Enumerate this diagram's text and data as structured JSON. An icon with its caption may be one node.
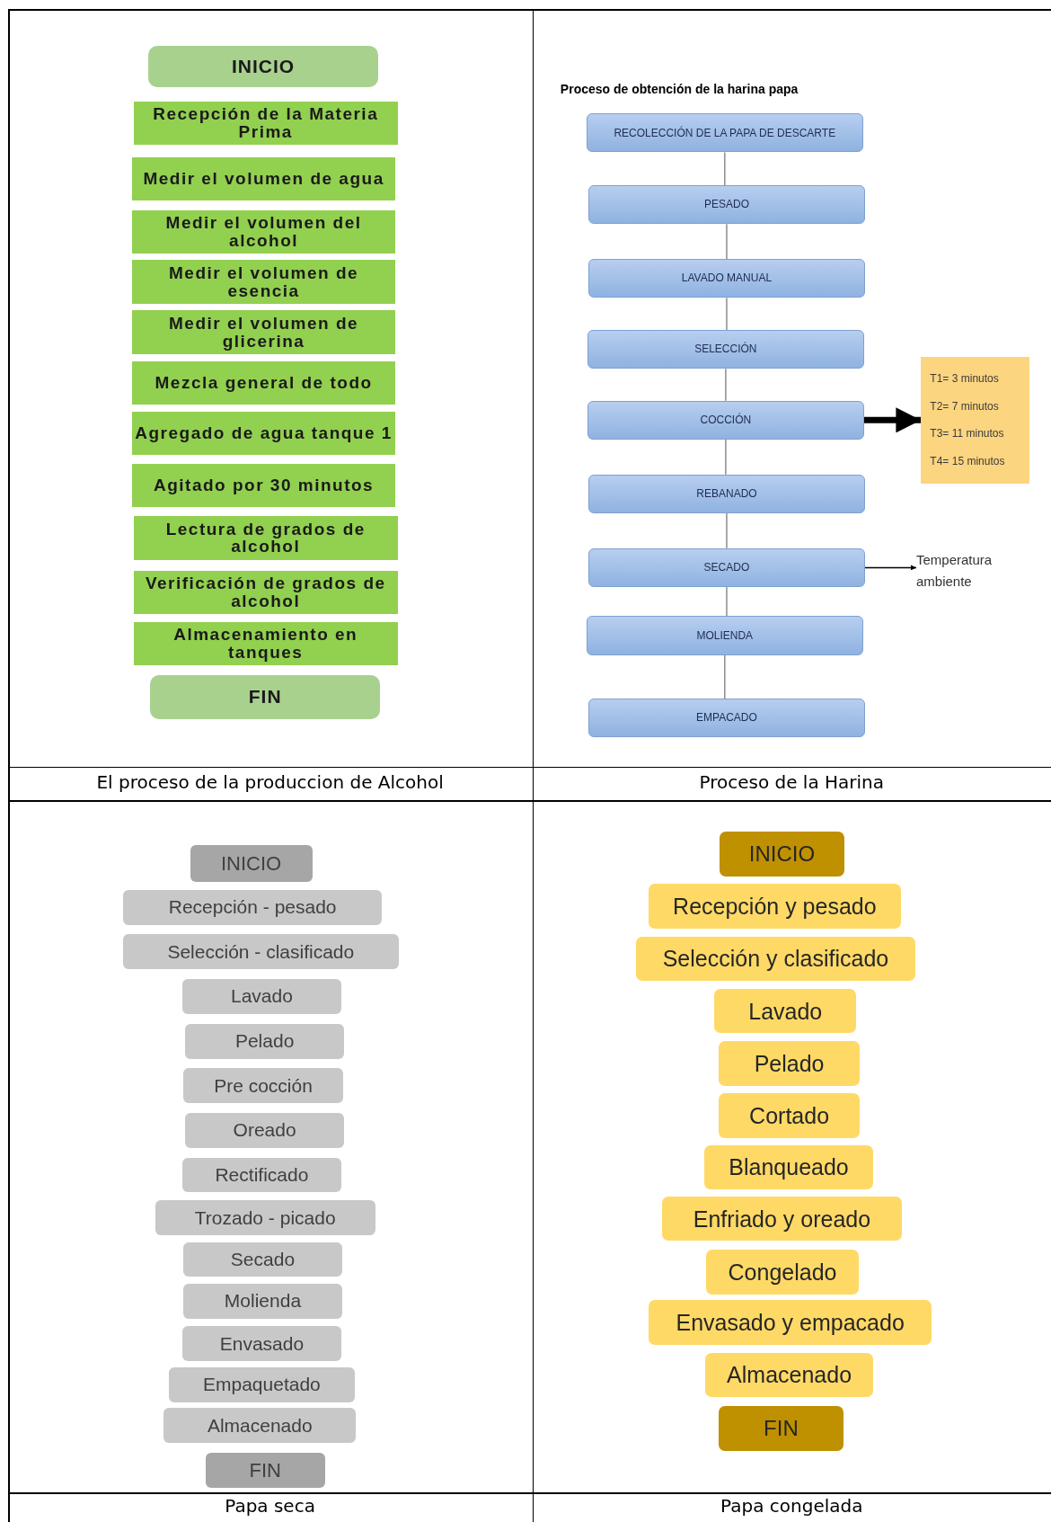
{
  "diagram": {
    "nodes": [
      {
        "text": [
          "INICIO"
        ]
      },
      {
        "text": [
          "Recepción de la Materia Prima"
        ]
      },
      {
        "text": [
          "Medir el volumen de agua"
        ]
      },
      {
        "text": [
          "Medir el volumen del alcohol"
        ]
      },
      {
        "text": [
          "Medir el volumen de esencia"
        ]
      },
      {
        "text": [
          "Medir el volumen de glicerina"
        ]
      },
      {
        "text": [
          "Mezcla general de todo"
        ]
      },
      {
        "text": [
          "Agregado de agua tanque 1"
        ]
      },
      {
        "text": [
          "Agitado por 30 minutos"
        ]
      },
      {
        "text": [
          "Lectura de grados de alcohol"
        ]
      },
      {
        "text": [
          "Verificación de grados de alcohol"
        ]
      },
      {
        "text": [
          "Almacenamiento en tanques"
        ]
      },
      {
        "text": [
          "FIN"
        ]
      },
      {
        "text": [
          "RECOLECCIÓN DE LA PAPA DE DESCARTE"
        ]
      },
      {
        "text": [
          "PESADO"
        ]
      },
      {
        "text": [
          "LAVADO MANUAL"
        ]
      },
      {
        "text": [
          "SELECCIÓN"
        ]
      },
      {
        "text": [
          "COCCIÓN"
        ]
      },
      {
        "text": [
          "REBANADO"
        ]
      },
      {
        "text": [
          "SECADO"
        ]
      },
      {
        "text": [
          "MOLIENDA"
        ]
      },
      {
        "text": [
          "EMPACADO"
        ]
      },
      {
        "text": [
          "T1= 3 minutos",
          "T2= 7 minutos",
          "T3= 11 minutos",
          "T4= 15 minutos"
        ]
      },
      {
        "text": [
          "Temperatura ambiente"
        ]
      },
      {
        "text": [
          "INICIO"
        ]
      },
      {
        "text": [
          "Recepción - pesado"
        ]
      },
      {
        "text": [
          "Selección - clasificado"
        ]
      },
      {
        "text": [
          "Lavado"
        ]
      },
      {
        "text": [
          "Pelado"
        ]
      },
      {
        "text": [
          "Pre cocción"
        ]
      },
      {
        "text": [
          "Oreado"
        ]
      },
      {
        "text": [
          "Rectificado"
        ]
      },
      {
        "text": [
          "Trozado - picado"
        ]
      },
      {
        "text": [
          "Secado"
        ]
      },
      {
        "text": [
          "Molienda"
        ]
      },
      {
        "text": [
          "Envasado"
        ]
      },
      {
        "text": [
          "Empaquetado"
        ]
      },
      {
        "text": [
          "Almacenado"
        ]
      },
      {
        "text": [
          "FIN"
        ]
      },
      {
        "text": [
          "INICIO"
        ]
      },
      {
        "text": [
          "Recepción y pesado"
        ]
      },
      {
        "text": [
          "Selección y clasificado"
        ]
      },
      {
        "text": [
          "Lavado"
        ]
      },
      {
        "text": [
          "Pelado"
        ]
      },
      {
        "text": [
          "Cortado"
        ]
      },
      {
        "text": [
          "Blanqueado"
        ]
      },
      {
        "text": [
          "Enfriado y oreado"
        ]
      },
      {
        "text": [
          "Congelado"
        ]
      },
      {
        "text": [
          "Envasado y empacado"
        ]
      },
      {
        "text": [
          "Almacenado"
        ]
      },
      {
        "text": [
          "FIN"
        ]
      }
    ],
    "edges": [
      {
        "from": 13,
        "to": 14,
        "arrow": "none"
      },
      {
        "from": 14,
        "to": 15,
        "arrow": "none"
      },
      {
        "from": 15,
        "to": 16,
        "arrow": "none"
      },
      {
        "from": 16,
        "to": 17,
        "arrow": "none"
      },
      {
        "from": 17,
        "to": 18,
        "arrow": "none"
      },
      {
        "from": 18,
        "to": 19,
        "arrow": "none"
      },
      {
        "from": 19,
        "to": 20,
        "arrow": "none"
      },
      {
        "from": 20,
        "to": 21,
        "arrow": "none"
      },
      {
        "from": 17,
        "to": 22,
        "arrow": "to",
        "style": "thick",
        "color": "#000000"
      },
      {
        "from": 19,
        "to": 23,
        "arrow": "to",
        "color": "#000000"
      }
    ],
    "labels": [
      "Proceso de obtención de la  harina papa",
      "El proceso de la produccion de Alcohol",
      "Proceso de la Harina",
      "Papa seca",
      "Papa congelada"
    ]
  }
}
